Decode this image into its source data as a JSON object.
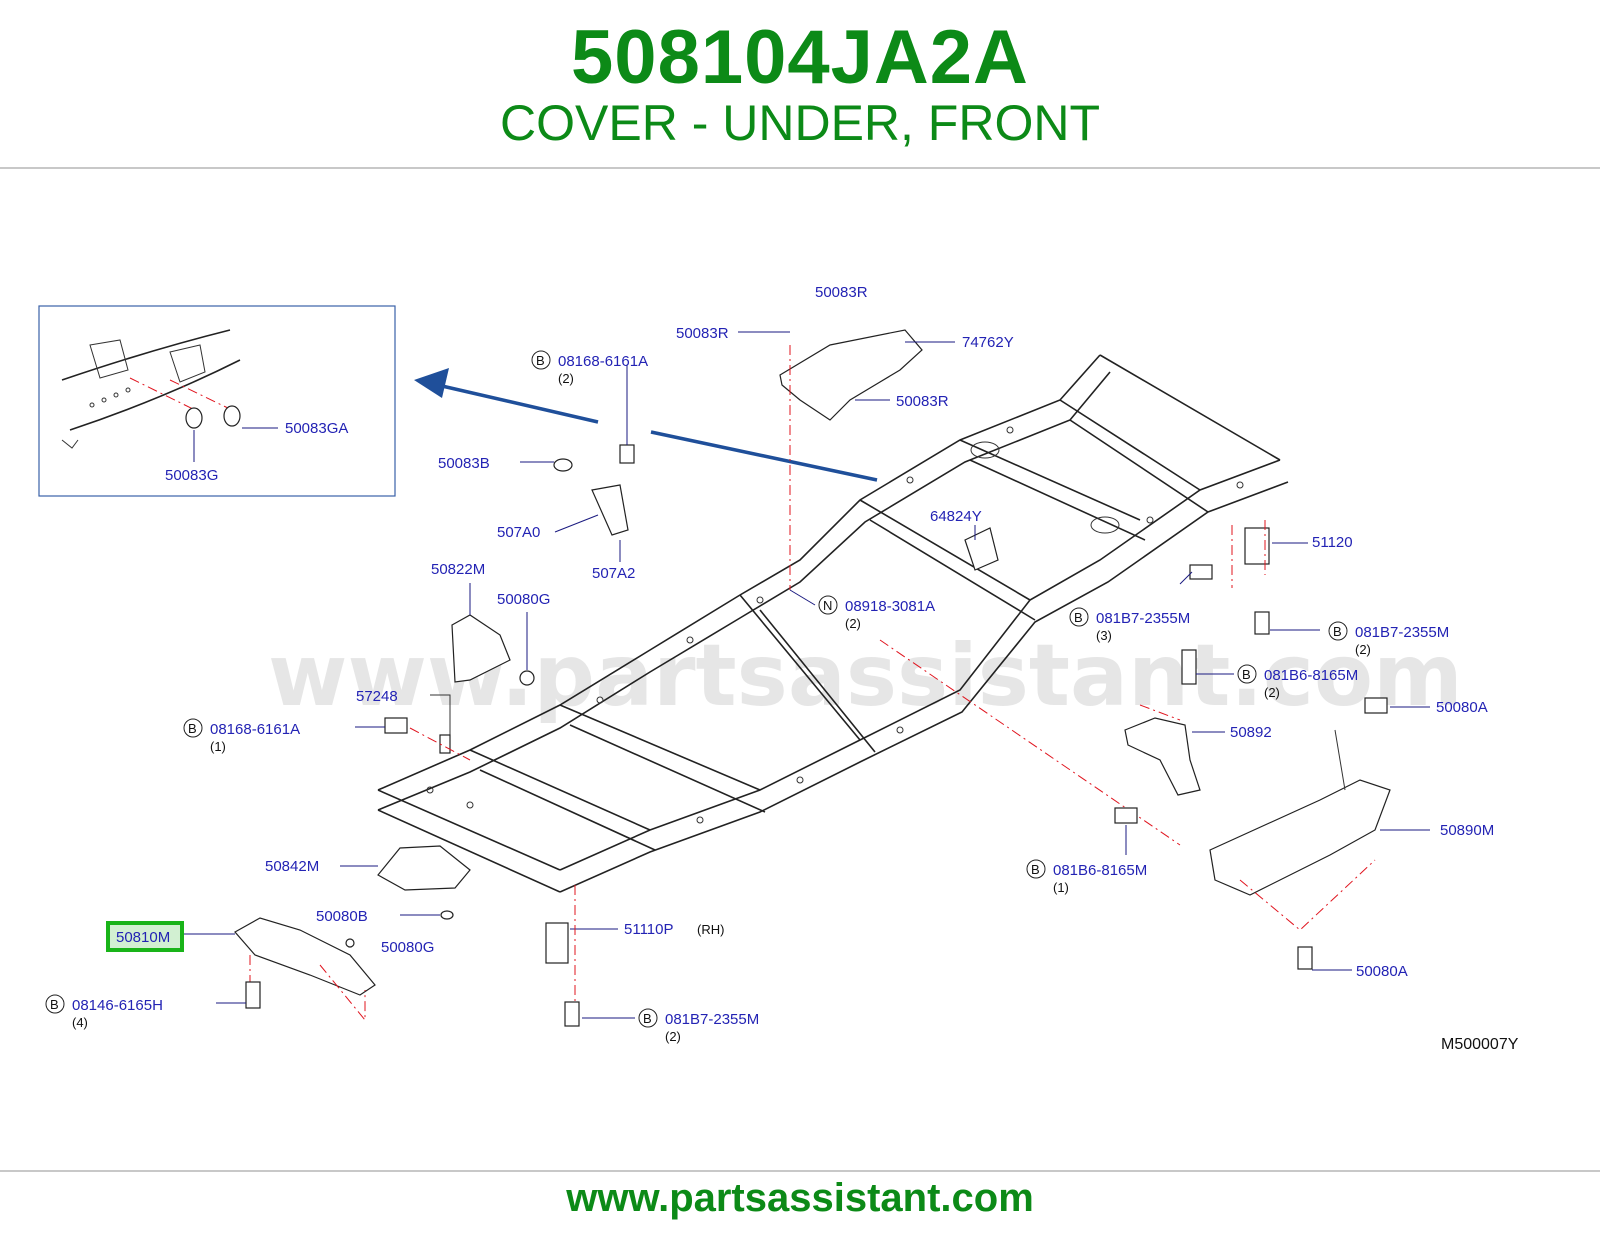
{
  "header": {
    "part_number": "508104JA2A",
    "description": "COVER - UNDER, FRONT"
  },
  "footer": {
    "url": "www.partsassistant.com"
  },
  "watermark": "www.partsassistant.com",
  "diagram_ref": "M500007Y",
  "colors": {
    "title_green": "#0c8a17",
    "label_blue": "#2323b4",
    "highlight_green": "#19b419",
    "arrow_blue": "#1f4f9a",
    "dashed_red": "#e0141e"
  },
  "callouts": [
    {
      "id": "c01",
      "text": "50083R",
      "prefix": "",
      "qty": ""
    },
    {
      "id": "c02",
      "text": "50083R",
      "prefix": "",
      "qty": ""
    },
    {
      "id": "c03",
      "text": "74762Y",
      "prefix": "",
      "qty": ""
    },
    {
      "id": "c04",
      "text": "50083R",
      "prefix": "",
      "qty": ""
    },
    {
      "id": "c05",
      "text": "08168-6161A",
      "prefix": "B",
      "qty": "(2)"
    },
    {
      "id": "c06",
      "text": "50083B",
      "prefix": "",
      "qty": ""
    },
    {
      "id": "c07",
      "text": "507A0",
      "prefix": "",
      "qty": ""
    },
    {
      "id": "c08",
      "text": "507A2",
      "prefix": "",
      "qty": ""
    },
    {
      "id": "c09",
      "text": "50083GA",
      "prefix": "",
      "qty": ""
    },
    {
      "id": "c10",
      "text": "50083G",
      "prefix": "",
      "qty": ""
    },
    {
      "id": "c11",
      "text": "64824Y",
      "prefix": "",
      "qty": ""
    },
    {
      "id": "c12",
      "text": "51120",
      "prefix": "",
      "qty": ""
    },
    {
      "id": "c13",
      "text": "50822M",
      "prefix": "",
      "qty": ""
    },
    {
      "id": "c14",
      "text": "50080G",
      "prefix": "",
      "qty": ""
    },
    {
      "id": "c15",
      "text": "08918-3081A",
      "prefix": "N",
      "qty": "(2)"
    },
    {
      "id": "c16",
      "text": "081B7-2355M",
      "prefix": "B",
      "qty": "(3)"
    },
    {
      "id": "c17",
      "text": "081B7-2355M",
      "prefix": "B",
      "qty": "(2)"
    },
    {
      "id": "c18",
      "text": "57248",
      "prefix": "",
      "qty": ""
    },
    {
      "id": "c19",
      "text": "081B6-8165M",
      "prefix": "B",
      "qty": "(2)"
    },
    {
      "id": "c20",
      "text": "08168-6161A",
      "prefix": "B",
      "qty": "(1)"
    },
    {
      "id": "c21",
      "text": "50080A",
      "prefix": "",
      "qty": ""
    },
    {
      "id": "c22",
      "text": "50892",
      "prefix": "",
      "qty": ""
    },
    {
      "id": "c23",
      "text": "50890M",
      "prefix": "",
      "qty": ""
    },
    {
      "id": "c24",
      "text": "50842M",
      "prefix": "",
      "qty": ""
    },
    {
      "id": "c25",
      "text": "081B6-8165M",
      "prefix": "B",
      "qty": "(1)"
    },
    {
      "id": "c26",
      "text": "50080B",
      "prefix": "",
      "qty": ""
    },
    {
      "id": "c27",
      "text": "50810M",
      "prefix": "",
      "qty": "",
      "highlighted": true
    },
    {
      "id": "c28",
      "text": "50080G",
      "prefix": "",
      "qty": ""
    },
    {
      "id": "c29",
      "text": "51110P",
      "prefix": "",
      "qty": "",
      "note": "(RH)"
    },
    {
      "id": "c30",
      "text": "08146-6165H",
      "prefix": "B",
      "qty": "(4)"
    },
    {
      "id": "c31",
      "text": "50080A",
      "prefix": "",
      "qty": ""
    },
    {
      "id": "c32",
      "text": "081B7-2355M",
      "prefix": "B",
      "qty": "(2)"
    }
  ]
}
